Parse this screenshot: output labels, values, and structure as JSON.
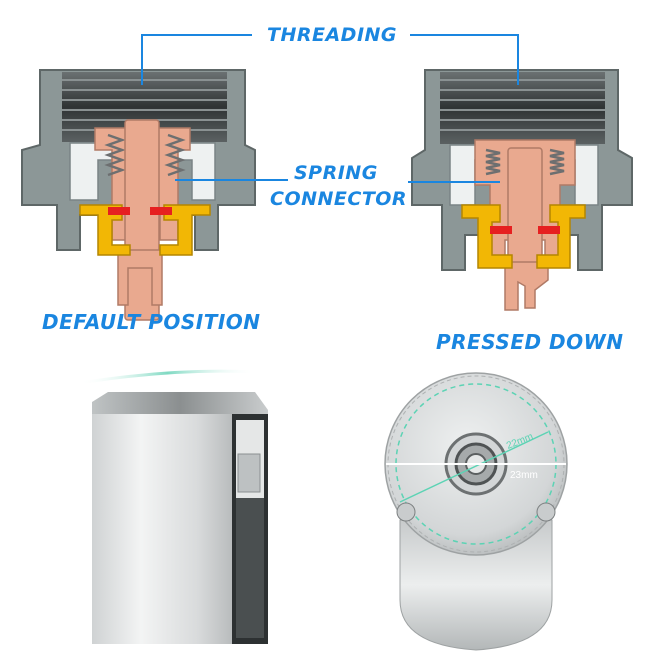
{
  "labels": {
    "threading": "THREADING",
    "spring": "SPRING",
    "connector": "CONNECTOR",
    "default_position": "DEFAULT POSITION",
    "pressed_down": "PRESSED DOWN"
  },
  "dimensions": {
    "inner": "22mm",
    "outer": "23mm"
  },
  "colors": {
    "label_blue": "#1a86e0",
    "copper": "#e9a98f",
    "gold": "#f2b705",
    "red_insulator": "#e62020",
    "housing_grey": "#8c9797",
    "thread_dark": "#3b3f40"
  }
}
